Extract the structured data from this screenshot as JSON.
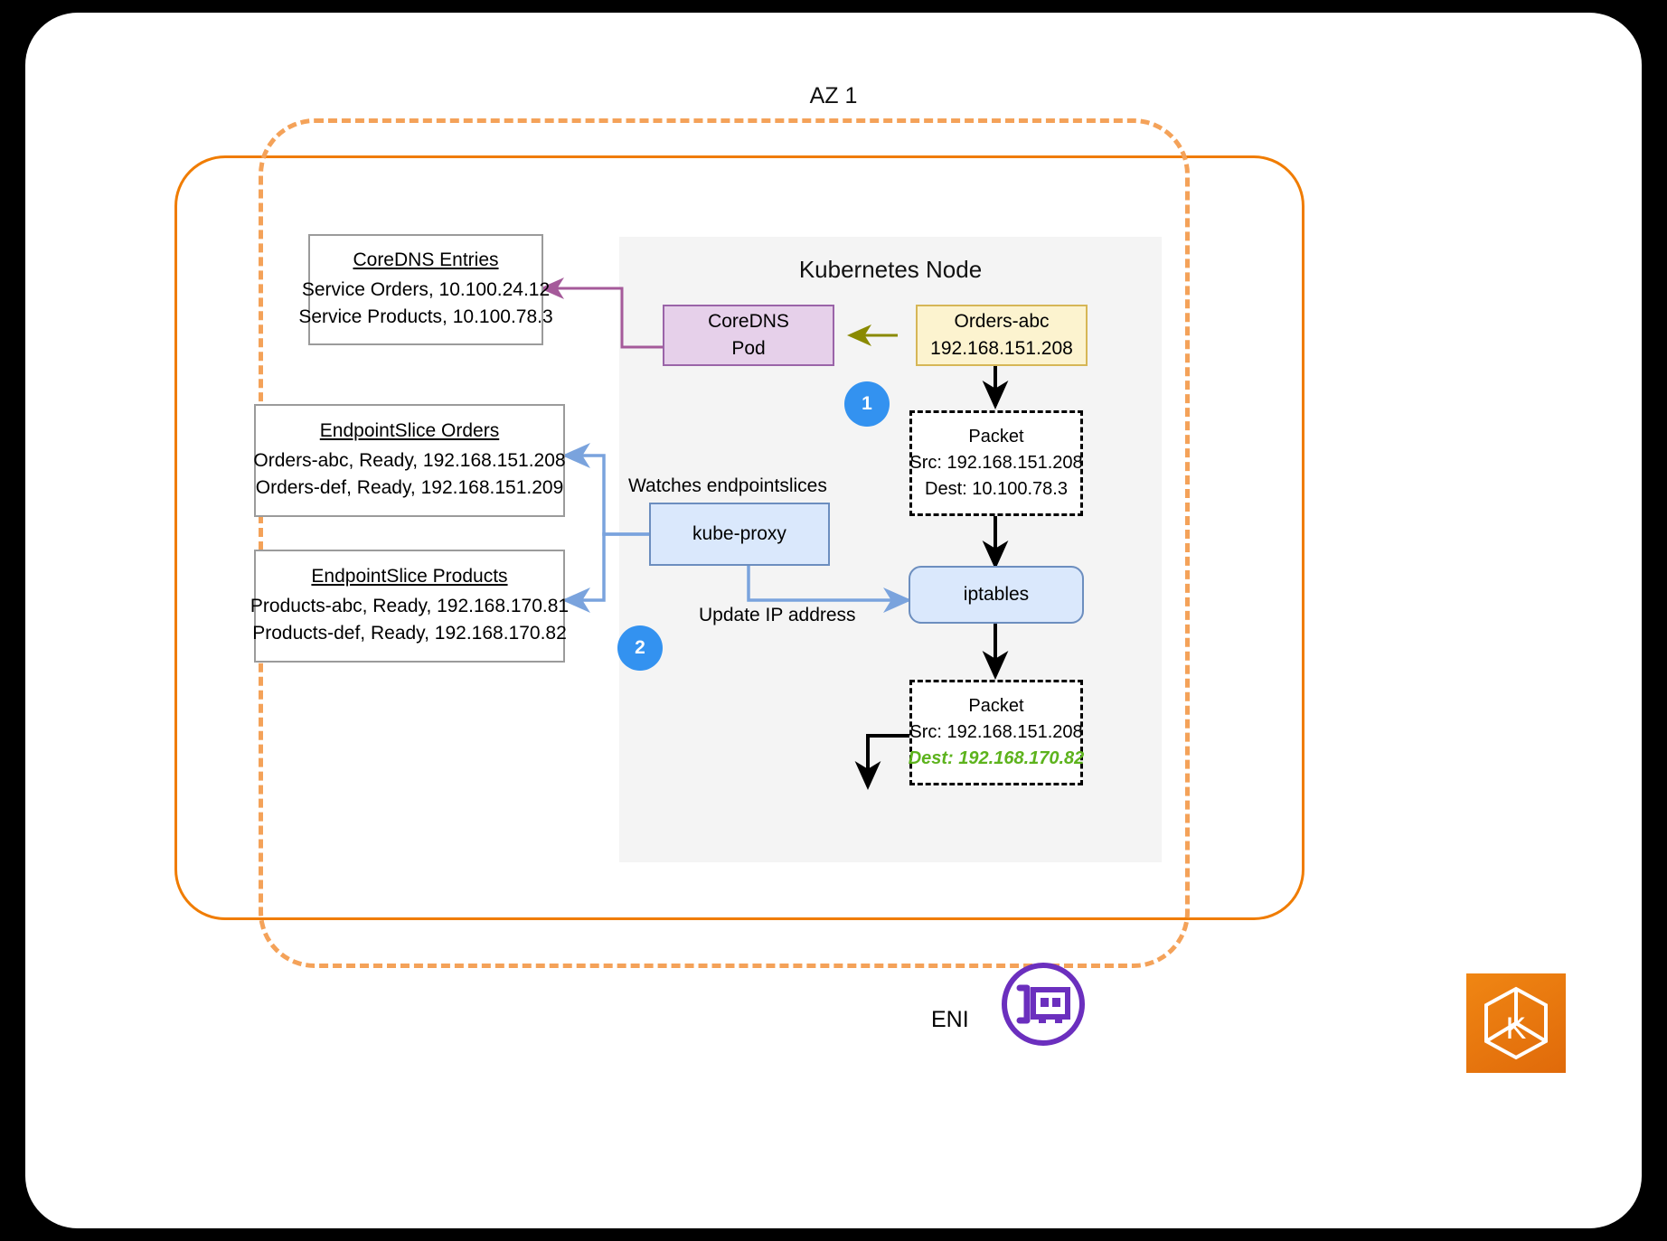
{
  "diagram": {
    "az_title": "AZ 1",
    "node_title": "Kubernetes Node",
    "colors": {
      "vpc_border": "#f07c00",
      "az_border": "#f4a259",
      "node_panel": "#f4f4f4",
      "badge": "#3392f0",
      "coredns_fill": "#e6d0ea",
      "coredns_stroke": "#9a64a8",
      "pod_fill": "#fcf3cf",
      "pod_stroke": "#d6b656",
      "blue_fill": "#dae8fc",
      "blue_stroke": "#6c8ebf",
      "green_text": "#5db31d",
      "eni_purple": "#6b2fbe",
      "eks_orange": "#e8820c"
    }
  },
  "coredns_entries": {
    "header": "CoreDNS Entries",
    "lines": [
      "Service Orders, 10.100.24.12",
      "Service Products, 10.100.78.3"
    ]
  },
  "endpointslice_orders": {
    "header": "EndpointSlice Orders",
    "lines": [
      "Orders-abc, Ready, 192.168.151.208",
      "Orders-def, Ready, 192.168.151.209"
    ]
  },
  "endpointslice_products": {
    "header": "EndpointSlice Products",
    "lines": [
      "Products-abc, Ready, 192.168.170.81",
      "Products-def, Ready, 192.168.170.82"
    ]
  },
  "coredns_pod": {
    "line1": "CoreDNS",
    "line2": "Pod"
  },
  "orders_pod": {
    "line1": "Orders-abc",
    "line2": "192.168.151.208"
  },
  "packet_before": {
    "title": "Packet",
    "src": "Src: 192.168.151.208",
    "dest": "Dest: 10.100.78.3"
  },
  "packet_after": {
    "title": "Packet",
    "src": "Src: 192.168.151.208",
    "dest": "Dest: 192.168.170.82"
  },
  "kube_proxy": {
    "label": "kube-proxy"
  },
  "iptables": {
    "label": "iptables"
  },
  "labels": {
    "watches": "Watches endpointslices",
    "update_ip": "Update IP address",
    "eni": "ENI"
  },
  "badges": {
    "one": "1",
    "two": "2"
  }
}
